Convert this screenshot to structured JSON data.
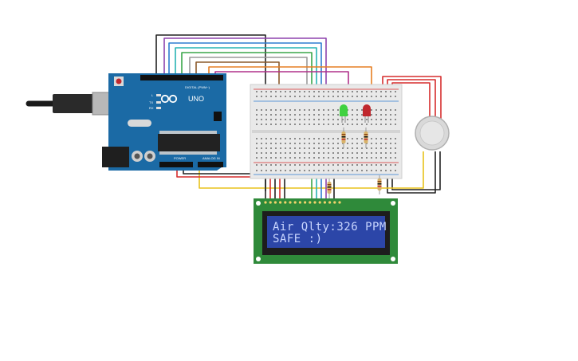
{
  "arduino": {
    "model_label": "UNO",
    "brand_logo": "infinity-logo",
    "digital_header_label": "DIGITAL (PWM~)",
    "power_label": "POWER",
    "analog_label": "ANALOG IN",
    "tx_label": "TX",
    "rx_label": "RX",
    "l_label": "L",
    "board_color": "#1b6aa5"
  },
  "lcd": {
    "line1": "Air Qlty:326 PPM",
    "line2": "SAFE :)",
    "pcb_color": "#2f8a3a",
    "screen_color": "#2c46a8"
  },
  "leds": [
    {
      "name": "green-led",
      "color": "#3fd13f"
    },
    {
      "name": "red-led",
      "color": "#c0272d"
    }
  ],
  "sensor": {
    "name": "gas-sensor",
    "color": "#d9d9d9"
  },
  "wire_colors": {
    "black": "#222222",
    "purple": "#8e44ad",
    "blue": "#2e7dd1",
    "cyan": "#27b3b3",
    "green": "#3aa64a",
    "orange": "#e67e22",
    "red": "#d62d2d",
    "yellow": "#e8c21b",
    "pink": "#b0308a",
    "gray": "#9a9a9a",
    "brown": "#8b5a2b"
  }
}
